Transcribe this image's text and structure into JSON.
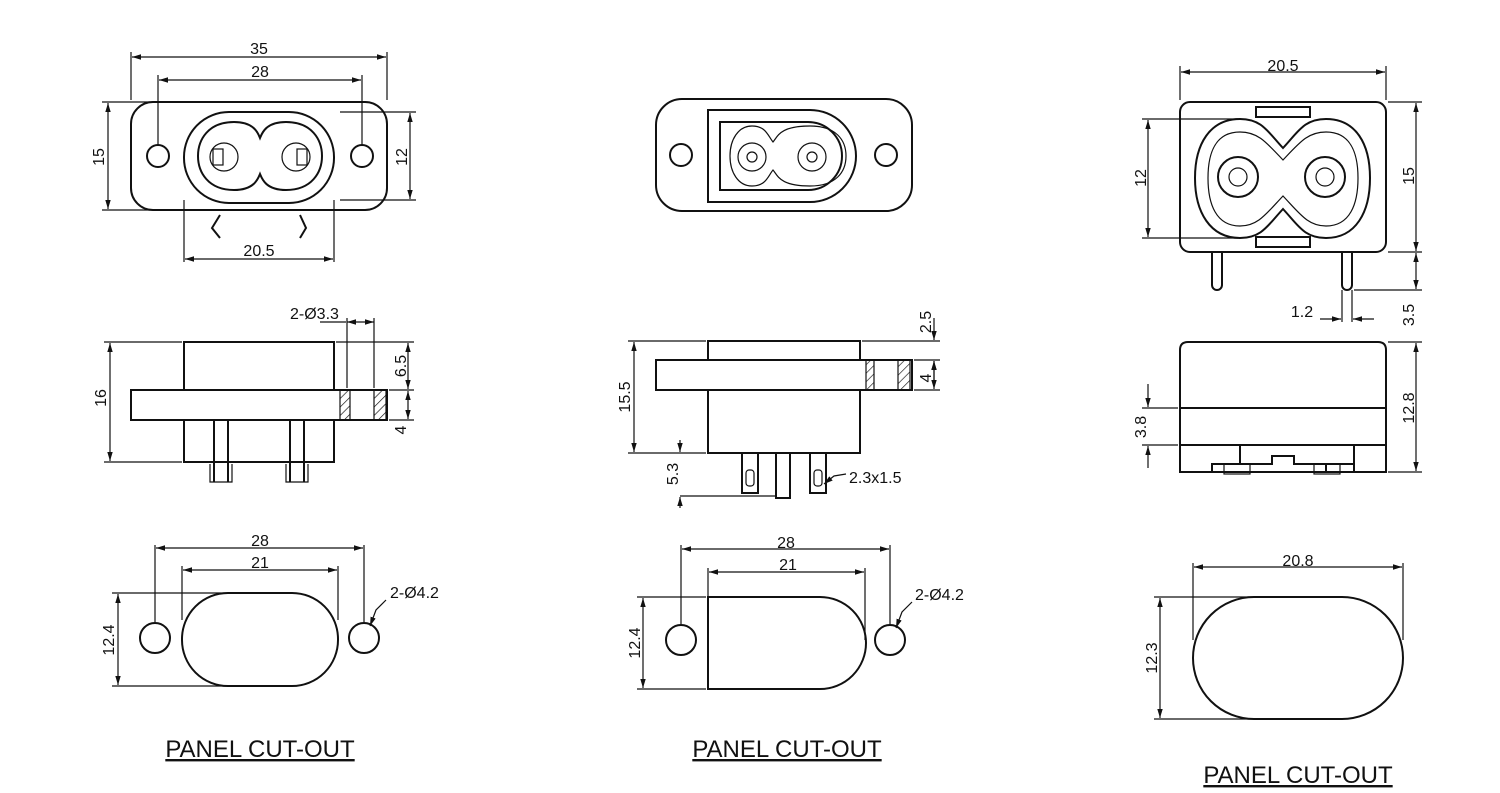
{
  "view1": {
    "front_dims": {
      "overall_width": "35",
      "hole_spacing": "28",
      "height": "15",
      "socket_height": "12",
      "bottom_width": "20.5"
    },
    "side_dims": {
      "hole_note": "2-Ø3.3",
      "flange_top": "6.5",
      "height": "16",
      "flange": "4"
    },
    "cutout_dims": {
      "hole_spacing": "28",
      "slot_width": "21",
      "hole_note": "2-Ø4.2",
      "height": "12.4"
    },
    "caption": "PANEL CUT-OUT"
  },
  "view2": {
    "side_dims": {
      "top": "2.5",
      "flange": "4",
      "height": "15.5",
      "pin_length": "5.3",
      "pin_size": "2.3x1.5"
    },
    "cutout_dims": {
      "hole_spacing": "28",
      "slot_width": "21",
      "hole_note": "2-Ø4.2",
      "height": "12.4"
    },
    "caption": "PANEL CUT-OUT"
  },
  "view3": {
    "front_dims": {
      "width": "20.5",
      "socket_height": "12",
      "height": "15",
      "pin_length": "3.5",
      "pin_width": "1.2"
    },
    "side_dims": {
      "height": "12.8",
      "lower": "3.8"
    },
    "cutout_dims": {
      "width": "20.8",
      "height": "12.3"
    },
    "caption": "PANEL CUT-OUT"
  }
}
